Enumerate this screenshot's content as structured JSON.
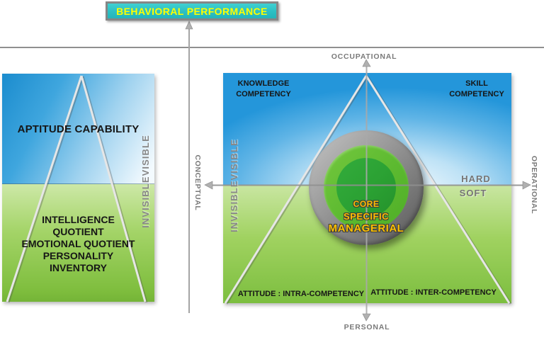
{
  "title_box": {
    "label": "BEHAVIORAL PERFORMANCE",
    "fill": "#2FC5C8",
    "text_color": "#FFFF00"
  },
  "left_panel": {
    "visible_label": "APTITUDE CAPABILITY",
    "invisible_text": "INTELLIGENCE\nQUOTIENT\nEMOTIONAL QUOTIENT\nPERSONALITY\nINVENTORY",
    "depth_label": "INVISIBLEVISIBLE"
  },
  "right_panel": {
    "knowledge_label": "KNOWLEDGE\nCOMPETENCY",
    "skill_label": "SKILL\nCOMPETENCY",
    "attitude_intra_label": "ATTITUDE : INTRA-COMPETENCY",
    "attitude_inter_label": "ATTITUDE : INTER-COMPETENCY",
    "depth_label": "INVISIBLEVISIBLE",
    "hard_label": "HARD",
    "soft_label": "SOFT"
  },
  "axes": {
    "top": "OCCUPATIONAL",
    "bottom": "PERSONAL",
    "left": "CONCEPTUAL",
    "right": "OPERATIONAL"
  },
  "rings": {
    "inner": "CORE",
    "middle": "SPECIFIC",
    "outer": "MANAGERIAL"
  },
  "colors": {
    "title_teal": "#2FC5C8",
    "title_yellow": "#FFFF00",
    "ring_gold": "#FFC000",
    "sky_blue": "#2496DA",
    "grass_green": "#7CBE3F",
    "axis_gray": "#8F8F8F"
  }
}
